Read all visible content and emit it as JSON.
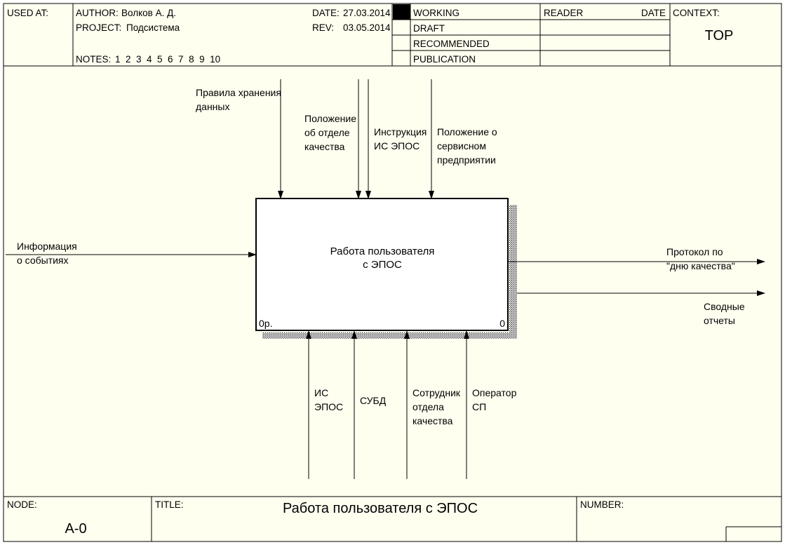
{
  "header": {
    "used_at_label": "USED AT:",
    "author_label": "AUTHOR:",
    "author": "Волков А. Д.",
    "project_label": "PROJECT:",
    "project": "Подсистема",
    "date_label": "DATE:",
    "date": "27.03.2014",
    "rev_label": "REV:",
    "rev": "03.05.2014",
    "notes_label": "NOTES:",
    "notes": "1  2  3  4  5  6  7  8  9  10",
    "status_working": "WORKING",
    "status_draft": "DRAFT",
    "status_recommended": "RECOMMENDED",
    "status_publication": "PUBLICATION",
    "reader_label": "READER",
    "reader_date_label": "DATE",
    "context_label": "CONTEXT:",
    "context_value": "TOP"
  },
  "diagram": {
    "activity": {
      "name_line1": "Работа пользователя",
      "name_line2": "с ЭПОС",
      "cost": "0р.",
      "number": "0"
    },
    "controls": [
      {
        "lines": [
          "Правила хранения",
          "данных"
        ]
      },
      {
        "lines": [
          "Положение",
          "об отделе",
          "качества"
        ]
      },
      {
        "lines": [
          "Инструкция",
          "ИС ЭПОС"
        ]
      },
      {
        "lines": [
          "Положение о",
          "сервисном",
          "предприятии"
        ]
      }
    ],
    "inputs": [
      {
        "lines": [
          "Информация",
          "о событиях"
        ]
      }
    ],
    "outputs": [
      {
        "lines": [
          "Протокол по",
          "\"дню качества\""
        ]
      },
      {
        "lines": [
          "Сводные",
          "отчеты"
        ]
      }
    ],
    "mechanisms": [
      {
        "lines": [
          "ИС",
          "ЭПОС"
        ]
      },
      {
        "lines": [
          "СУБД"
        ]
      },
      {
        "lines": [
          "Сотрудник",
          "отдела",
          "качества"
        ]
      },
      {
        "lines": [
          "Оператор",
          "СП"
        ]
      }
    ]
  },
  "footer": {
    "node_label": "NODE:",
    "node_value": "А-0",
    "title_label": "TITLE:",
    "title_value": "Работа пользователя с ЭПОС",
    "number_label": "NUMBER:"
  },
  "colors": {
    "background": "#fffff0",
    "line": "#000000"
  }
}
